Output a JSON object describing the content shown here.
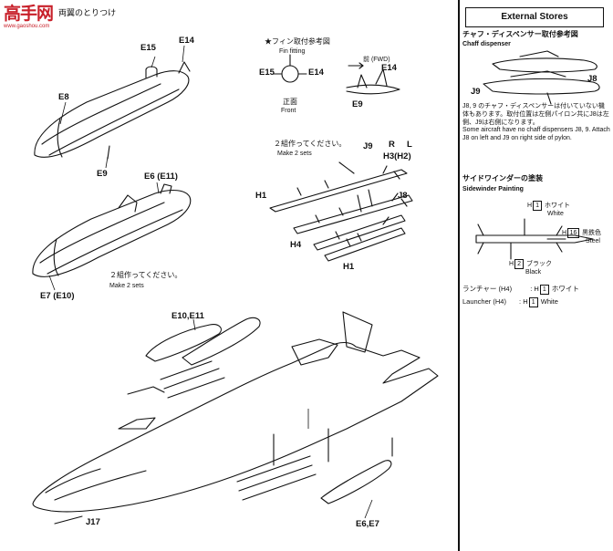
{
  "watermark": {
    "logo": "高手网",
    "url": "www.gaoshou.com"
  },
  "section_title": "両翼のとりつけ",
  "tanks_top": {
    "e15": "E15",
    "e14": "E14",
    "e8": "E8",
    "e9": "E9"
  },
  "tanks_bottom": {
    "e6": "E6 (E11)",
    "e7": "E7 (E10)",
    "note_jp": "２組作ってください。",
    "note_en": "Make 2 sets"
  },
  "fin": {
    "title_jp": "★フィン取付参考図",
    "title_en": "Fin fitting",
    "e15": "E15",
    "e14": "E14",
    "front_jp": "正面",
    "front_en": "Front",
    "fwd": "前 (FWD)",
    "e14b": "E14",
    "e9": "E9"
  },
  "missiles": {
    "note_jp": "２組作ってください。",
    "note_en": "Make 2 sets",
    "j9": "J9",
    "r": "R",
    "l": "L",
    "h3": "H3(H2)",
    "h1a": "H1",
    "j8": "J8",
    "h4": "H4",
    "h1b": "H1"
  },
  "aircraft": {
    "e10": "E10,E11",
    "e6": "E6,E7",
    "j17": "J17"
  },
  "external": {
    "title": "External Stores",
    "chaff_jp": "チャフ・ディスペンサー取付参考図",
    "chaff_en": "Chaff dispenser",
    "j8": "J8",
    "j9": "J9",
    "note_jp": "J8, 9 のチャフ・ディスペンサーは付いていない機体もあります。取付位置は左側パイロン共にJ8は左側、J9は右側になります。",
    "note_en": "Some aircraft have no chaff dispensers J8, 9. Attach J8 on left and J9 on right side of pylon.",
    "side_jp": "サイドワインダーの塗装",
    "side_en": "Sidewinder Painting",
    "h1": "H",
    "k1": "1",
    "white_jp": "ホワイト",
    "white_en": "White",
    "h16": "H",
    "k16": "16",
    "steel_jp": "黒鉄色",
    "steel_en": "Steel",
    "h2": "H",
    "k2": "2",
    "black_jp": "ブラック",
    "black_en": "Black",
    "launcher_jp": "ランチャー (H4)",
    "lk1": "H",
    "lk1n": "1",
    "lw_jp": "ホワイト",
    "launcher_en": "Launcher (H4)",
    "lk2": "H",
    "lk2n": "1",
    "lw_en": "White"
  }
}
